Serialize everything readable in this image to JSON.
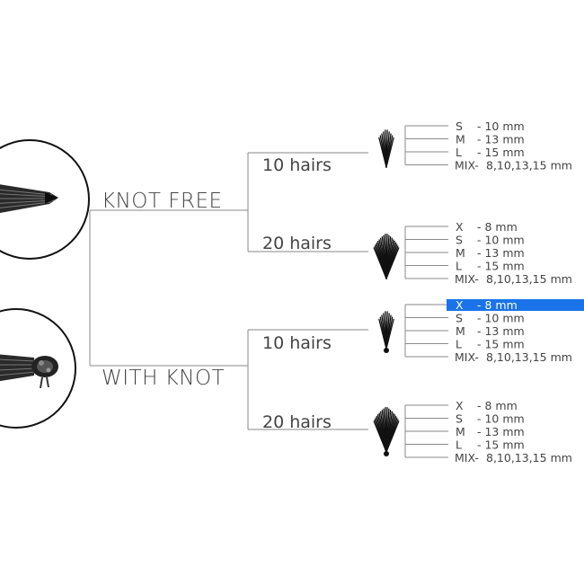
{
  "colors": {
    "line": "#8a8a8a",
    "text": "#444444",
    "highlight_bg": "#1a73e8",
    "highlight_text": "#ffffff",
    "product": "#1a1a1a"
  },
  "categories": [
    {
      "label": "KNOT FREE",
      "icon": "knot-free-fan-icon",
      "branches": [
        {
          "label": "10 hairs",
          "icon": "lash-fan-10-icon",
          "sizes": [
            {
              "code": "S",
              "length": "- 10 mm"
            },
            {
              "code": "M",
              "length": "- 13 mm"
            },
            {
              "code": "L",
              "length": "- 15 mm"
            },
            {
              "code": "MIX-",
              "length": "8,10,13,15 mm"
            }
          ]
        },
        {
          "label": "20 hairs",
          "icon": "lash-fan-20-icon",
          "sizes": [
            {
              "code": "X",
              "length": "- 8 mm"
            },
            {
              "code": "S",
              "length": "- 10 mm"
            },
            {
              "code": "M",
              "length": "- 13 mm"
            },
            {
              "code": "L",
              "length": "- 15 mm"
            },
            {
              "code": "MIX-",
              "length": "8,10,13,15 mm"
            }
          ]
        }
      ]
    },
    {
      "label": "WITH KNOT",
      "icon": "with-knot-fan-icon",
      "branches": [
        {
          "label": "10 hairs",
          "icon": "lash-knot-10-icon",
          "sizes": [
            {
              "code": "X",
              "length": "- 8 mm",
              "selected": true
            },
            {
              "code": "S",
              "length": "- 10 mm"
            },
            {
              "code": "M",
              "length": "- 13 mm"
            },
            {
              "code": "L",
              "length": "- 15 mm"
            },
            {
              "code": "MIX-",
              "length": "8,10,13,15 mm"
            }
          ]
        },
        {
          "label": "20 hairs",
          "icon": "lash-knot-20-icon",
          "sizes": [
            {
              "code": "X",
              "length": "- 8 mm"
            },
            {
              "code": "S",
              "length": "- 10 mm"
            },
            {
              "code": "M",
              "length": "- 13 mm"
            },
            {
              "code": "L",
              "length": "- 15 mm"
            },
            {
              "code": "MIX-",
              "length": "8,10,13,15 mm"
            }
          ]
        }
      ]
    }
  ]
}
